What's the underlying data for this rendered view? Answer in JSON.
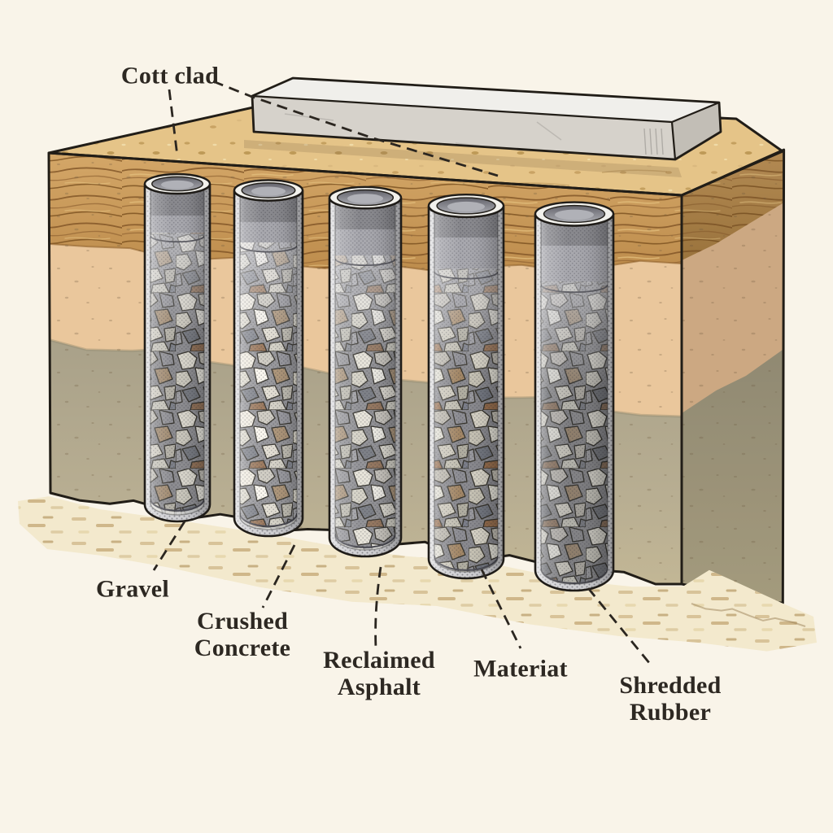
{
  "figure": {
    "description_label": "Soil cutaway illustration with five mesh-encased aggregate columns under a concrete slab"
  },
  "labels": {
    "top": "Cott clad",
    "materials": [
      {
        "label": "Gravel"
      },
      {
        "label": "Crushed Concrete"
      },
      {
        "label": "Reclaimed Asphalt"
      },
      {
        "label": "Materiat"
      },
      {
        "label": "Shredded Rubber"
      }
    ]
  },
  "colors": {
    "background": "#f9f4e9",
    "label_text": "#2d2822",
    "leader_line": "#2b2620",
    "outline": "#211d17",
    "soil_surface": "#e5c488",
    "topsoil_band": "#cb9d5d",
    "subsoil": "#eac79c",
    "deep_soil": "#aaa189",
    "ground_sand": "#f3e9cd",
    "slab_top": "#f0efeb",
    "slab_front": "#d6d2cb",
    "slab_side": "#c2beb6",
    "tube_mesh": "#d0d0d3",
    "tube_rim": "#f2f1ec"
  }
}
